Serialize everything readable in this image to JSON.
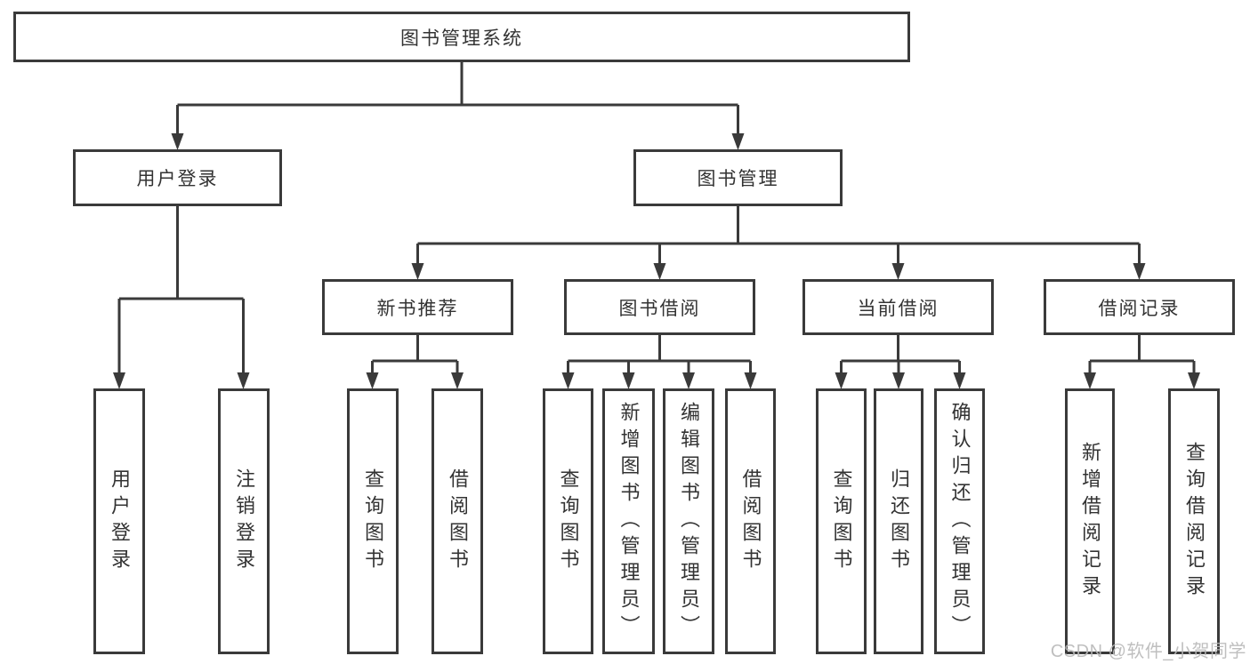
{
  "title": "图书管理系统",
  "watermark": {
    "text": "CSDN @软件_小贺同学"
  },
  "colors": {
    "line": "#3a3a3a",
    "box_border": "#3a3a3a",
    "text": "#333333",
    "watermark": "#b9b9b9",
    "background": "#ffffff"
  },
  "tree": {
    "root": {
      "label": "图书管理系统",
      "children": [
        {
          "label": "用户登录",
          "children": [
            {
              "label": "用户登录"
            },
            {
              "label": "注销登录"
            }
          ]
        },
        {
          "label": "图书管理",
          "children": [
            {
              "label": "新书推荐",
              "children": [
                {
                  "label": "查询图书"
                },
                {
                  "label": "借阅图书"
                }
              ]
            },
            {
              "label": "图书借阅",
              "children": [
                {
                  "label": "查询图书"
                },
                {
                  "label": "新增图书（管理员）"
                },
                {
                  "label": "编辑图书（管理员）"
                },
                {
                  "label": "借阅图书"
                }
              ]
            },
            {
              "label": "当前借阅",
              "children": [
                {
                  "label": "查询图书"
                },
                {
                  "label": "归还图书"
                },
                {
                  "label": "确认归还（管理员）"
                }
              ]
            },
            {
              "label": "借阅记录",
              "children": [
                {
                  "label": "新增借阅记录"
                },
                {
                  "label": "查询借阅记录"
                }
              ]
            }
          ]
        }
      ]
    }
  }
}
